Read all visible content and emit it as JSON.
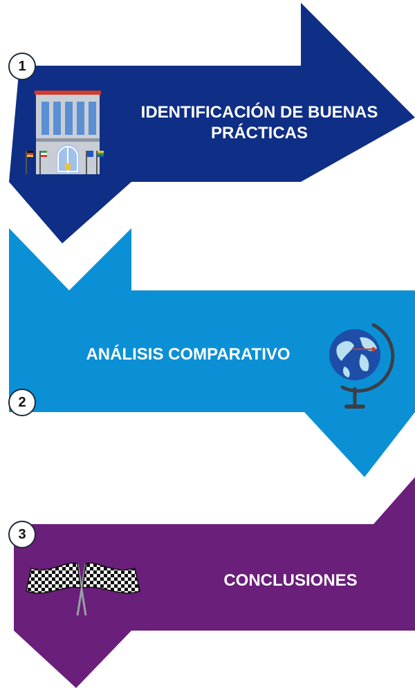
{
  "colors": {
    "step1": "#0f2f86",
    "step2": "#0b90d6",
    "step3": "#6a1f7a"
  },
  "steps": [
    {
      "number": "1",
      "title": "IDENTIFICACIÓN DE BUENAS PRÁCTICAS",
      "icon": "building-icon"
    },
    {
      "number": "2",
      "title": "ANÁLISIS COMPARATIVO",
      "icon": "globe-icon"
    },
    {
      "number": "3",
      "title": "CONCLUSIONES",
      "icon": "checkered-flags-icon"
    }
  ]
}
